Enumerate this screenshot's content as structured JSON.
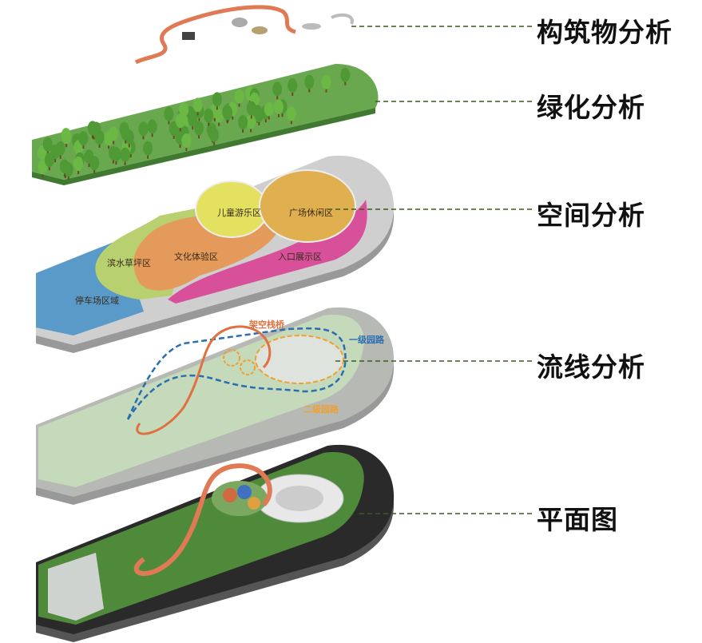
{
  "layers": [
    {
      "title": "构筑物分析"
    },
    {
      "title": "绿化分析"
    },
    {
      "title": "空间分析"
    },
    {
      "title": "流线分析"
    },
    {
      "title": "平面图"
    }
  ],
  "space_zones": {
    "children": "儿童游乐区",
    "plaza": "广场休闲区",
    "culture": "文化体验区",
    "lawn": "滨水草坪区",
    "entrance": "入口展示区",
    "parking": "停车场区域"
  },
  "flow_labels": {
    "bridge": "架空栈桥",
    "primary_path": "一级园路",
    "secondary_path": "二级园路"
  },
  "colors": {
    "leader": "#3d5a1e",
    "bridge": "#e07040",
    "primary": "#2a6db0",
    "secondary": "#f0a030",
    "children": "#e4e060",
    "plaza": "#e0b050",
    "culture": "#e49a5a",
    "lawn": "#b8d070",
    "entrance": "#d8509a",
    "parking": "#5a9ac8"
  }
}
